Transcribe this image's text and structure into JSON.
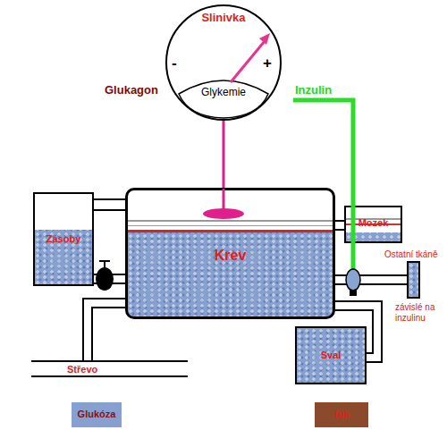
{
  "diagram": {
    "nodes": [
      {
        "text": [
          "Slinivka"
        ]
      },
      {
        "text": [
          "Glykemie"
        ],
        "in": 0
      },
      {
        "text": [
          "Zásoby"
        ]
      },
      {
        "text": [
          "Krev"
        ]
      },
      {
        "text": [
          "Mozek"
        ]
      },
      {
        "text": [
          "Ostatní tkáně",
          "závislé na inzulinu"
        ]
      },
      {
        "text": [
          "Sval"
        ]
      },
      {
        "text": [
          "Střevo"
        ]
      }
    ],
    "edges": [
      {
        "from": 0,
        "to": 3,
        "arrow": "none"
      },
      {
        "from": 2,
        "to": 3,
        "arrow": "none"
      },
      {
        "from": 7,
        "to": 3,
        "arrow": "none"
      },
      {
        "from": 3,
        "to": 4,
        "arrow": "none"
      },
      {
        "from": 3,
        "to": 5,
        "arrow": "none"
      },
      {
        "from": 3,
        "to": 6,
        "arrow": "none"
      }
    ],
    "labels": [
      "-",
      "+",
      "Glukagon",
      "Inzulin"
    ],
    "legend": [
      {
        "text": "Glukóza",
        "color": "#86a0cf"
      },
      {
        "text": "Tuk",
        "color": "#8b4a2b"
      }
    ]
  }
}
